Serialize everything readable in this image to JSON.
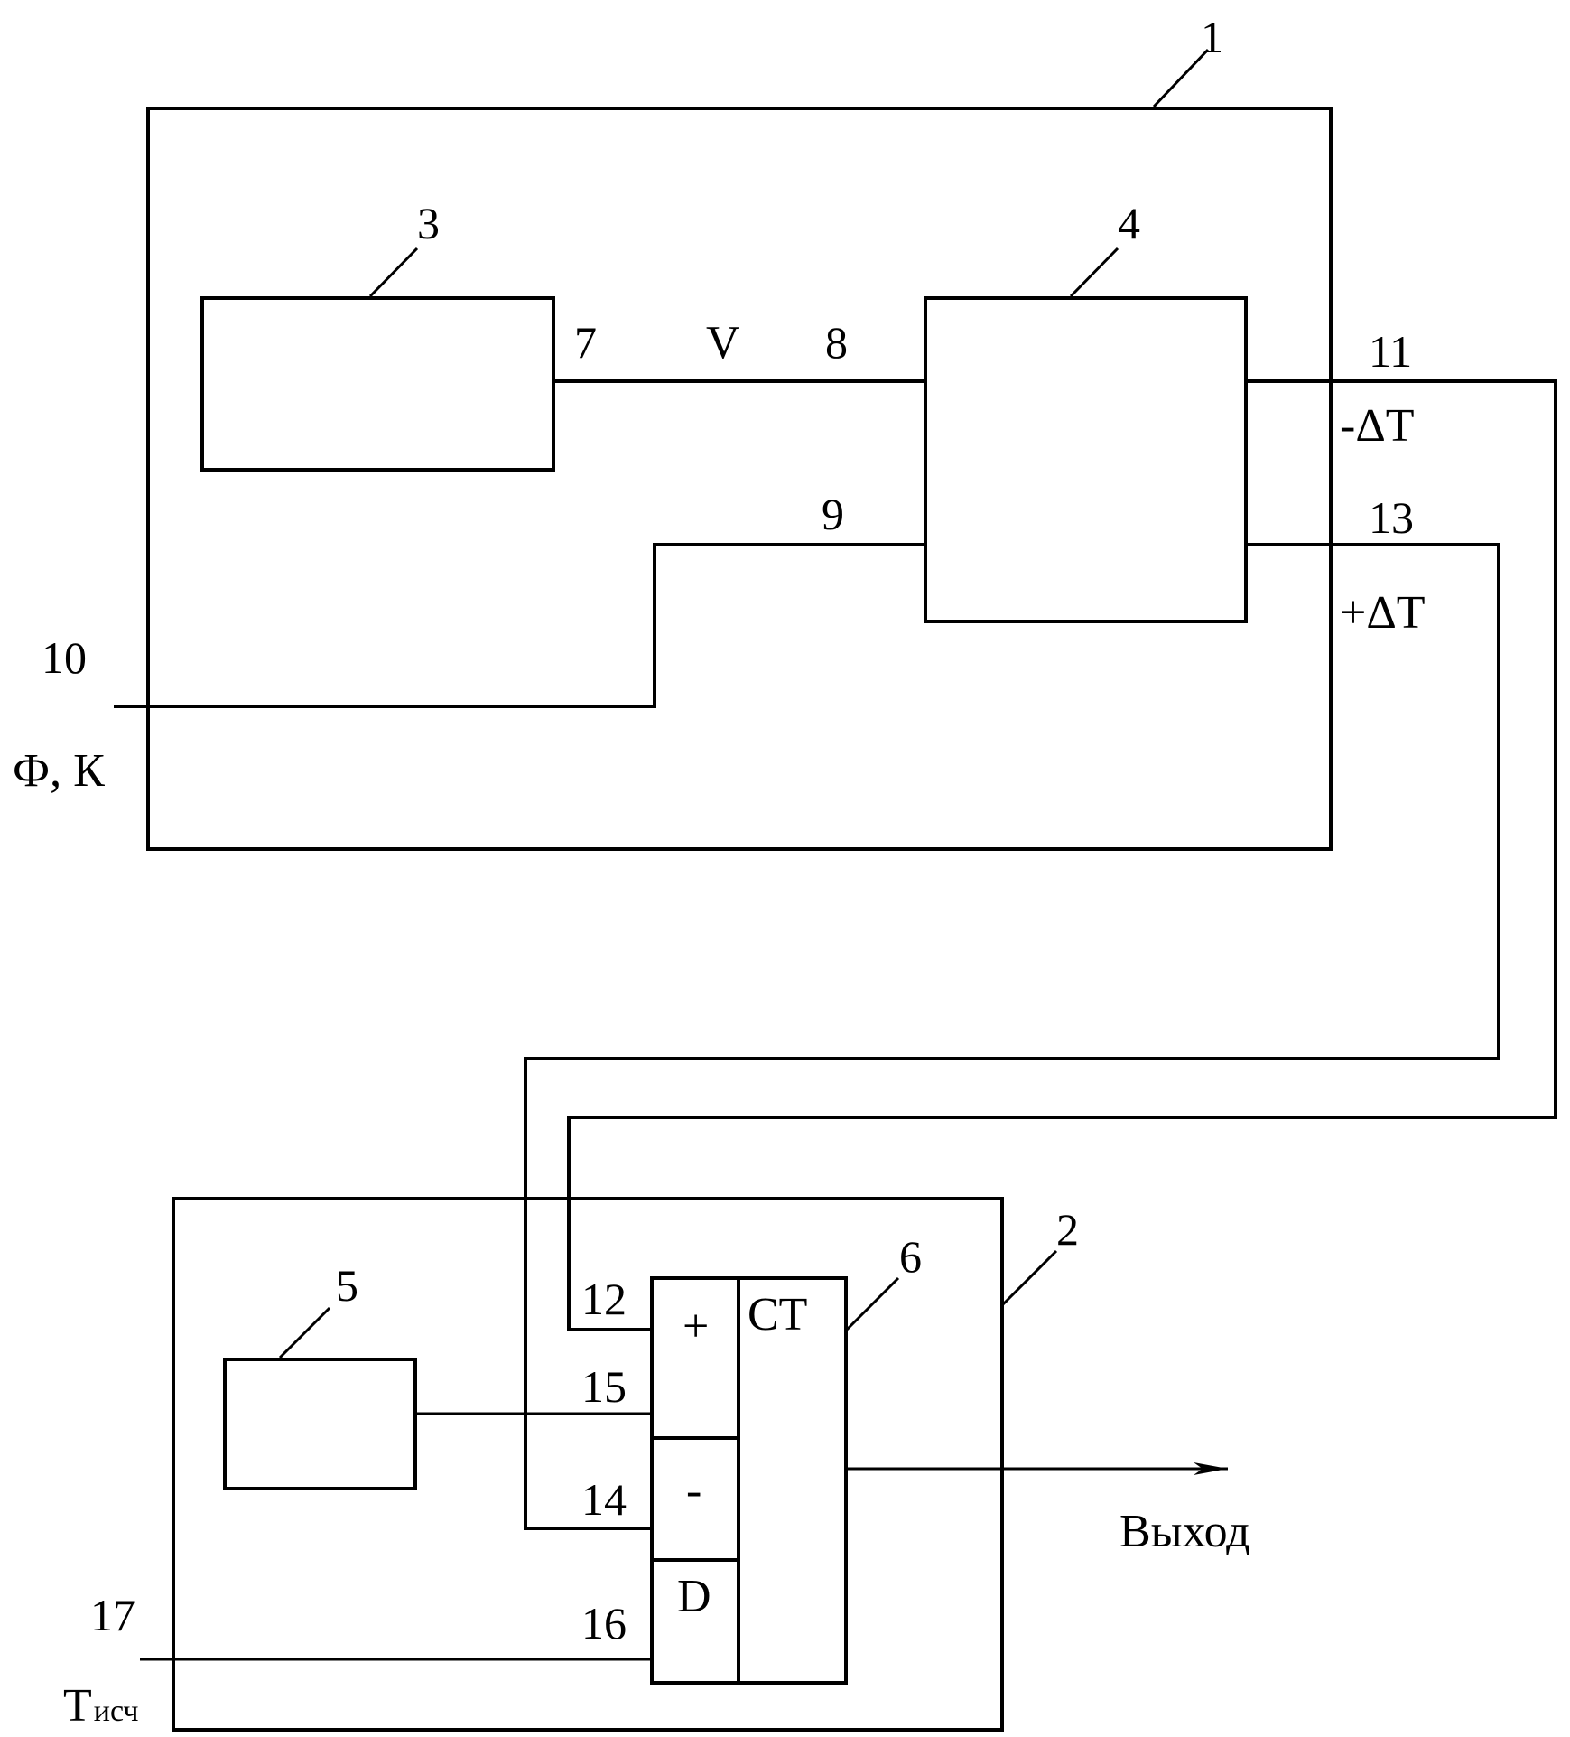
{
  "blocks": {
    "unit_1": "1",
    "unit_2": "2",
    "block_3": "3",
    "block_4": "4",
    "block_5": "5",
    "counter_6": "6"
  },
  "ports": {
    "p7": "7",
    "p8": "8",
    "p9": "9",
    "p10": "10",
    "p11": "11",
    "p12": "12",
    "p13": "13",
    "p14": "14",
    "p15": "15",
    "p16": "16",
    "p17": "17"
  },
  "signals": {
    "v": "V",
    "minus_dt": "-ΔT",
    "plus_dt": "+ΔT",
    "phi_k": "Ф, К",
    "t_main": "Т",
    "t_sub": "исч",
    "output": "Выход"
  },
  "counter": {
    "ct": "CT",
    "plus": "+",
    "minus": "-",
    "d": "D"
  }
}
